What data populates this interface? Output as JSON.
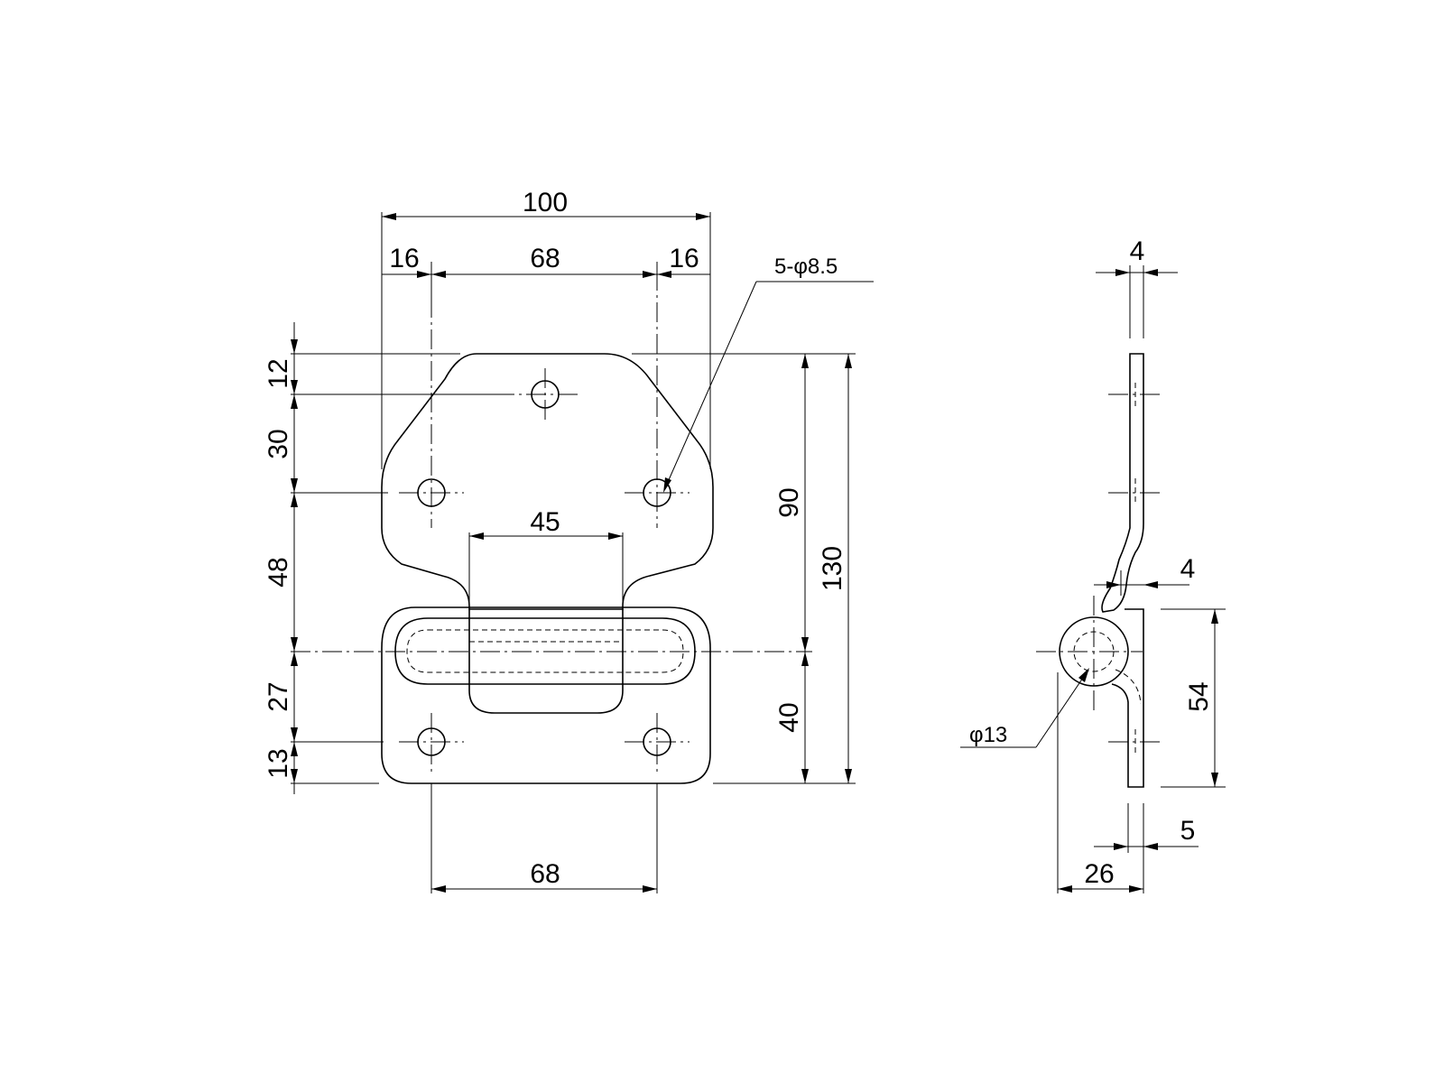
{
  "front_view": {
    "dim_total_width": "100",
    "dim_edge_left": "16",
    "dim_hole_spacing_top": "68",
    "dim_edge_right": "16",
    "dim_hole_spacing_bottom": "68",
    "dim_slot_width": "45",
    "dim_v_12": "12",
    "dim_v_30": "30",
    "dim_v_48": "48",
    "dim_v_27": "27",
    "dim_v_13": "13",
    "dim_v_90": "90",
    "dim_v_40": "40",
    "dim_v_130": "130",
    "hole_note": "5-φ8.5"
  },
  "side_view": {
    "dim_thickness_top": "4",
    "dim_offset": "4",
    "dim_height": "54",
    "dim_base": "5",
    "dim_depth": "26",
    "dim_ring": "φ13"
  }
}
